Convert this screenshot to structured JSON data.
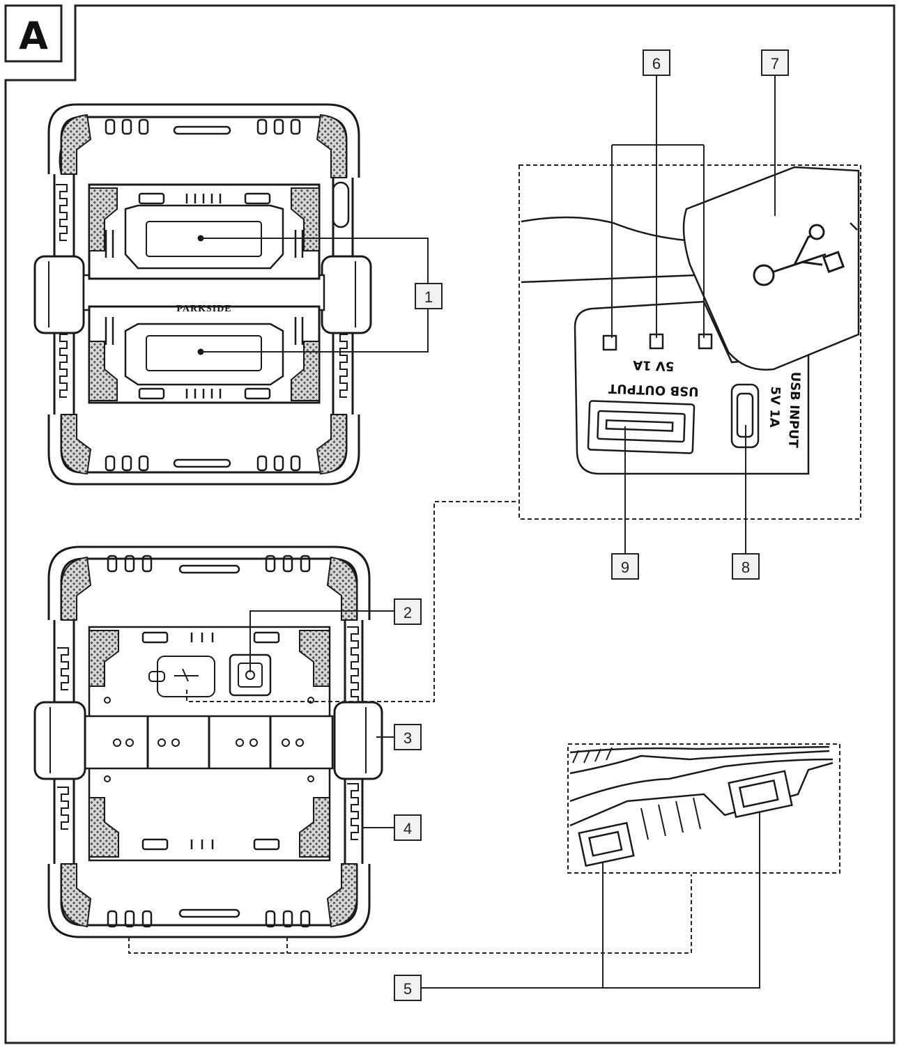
{
  "figure": {
    "panel_label": "A"
  },
  "callouts": {
    "c1": "1",
    "c2": "2",
    "c3": "3",
    "c4": "4",
    "c5": "5",
    "c6": "6",
    "c7": "7",
    "c8": "8",
    "c9": "9"
  },
  "device_front": {
    "brand": "PARKSIDE"
  },
  "usb_panel": {
    "output_title": "USB OUTPUT",
    "output_rating": "5V 1A",
    "input_title": "USB INPUT",
    "input_rating": "5V 1A"
  },
  "style": {
    "line_color": "#1a1a1a",
    "grip_fill": "#8a8a8a",
    "callout_fill": "#f2f2f2"
  }
}
